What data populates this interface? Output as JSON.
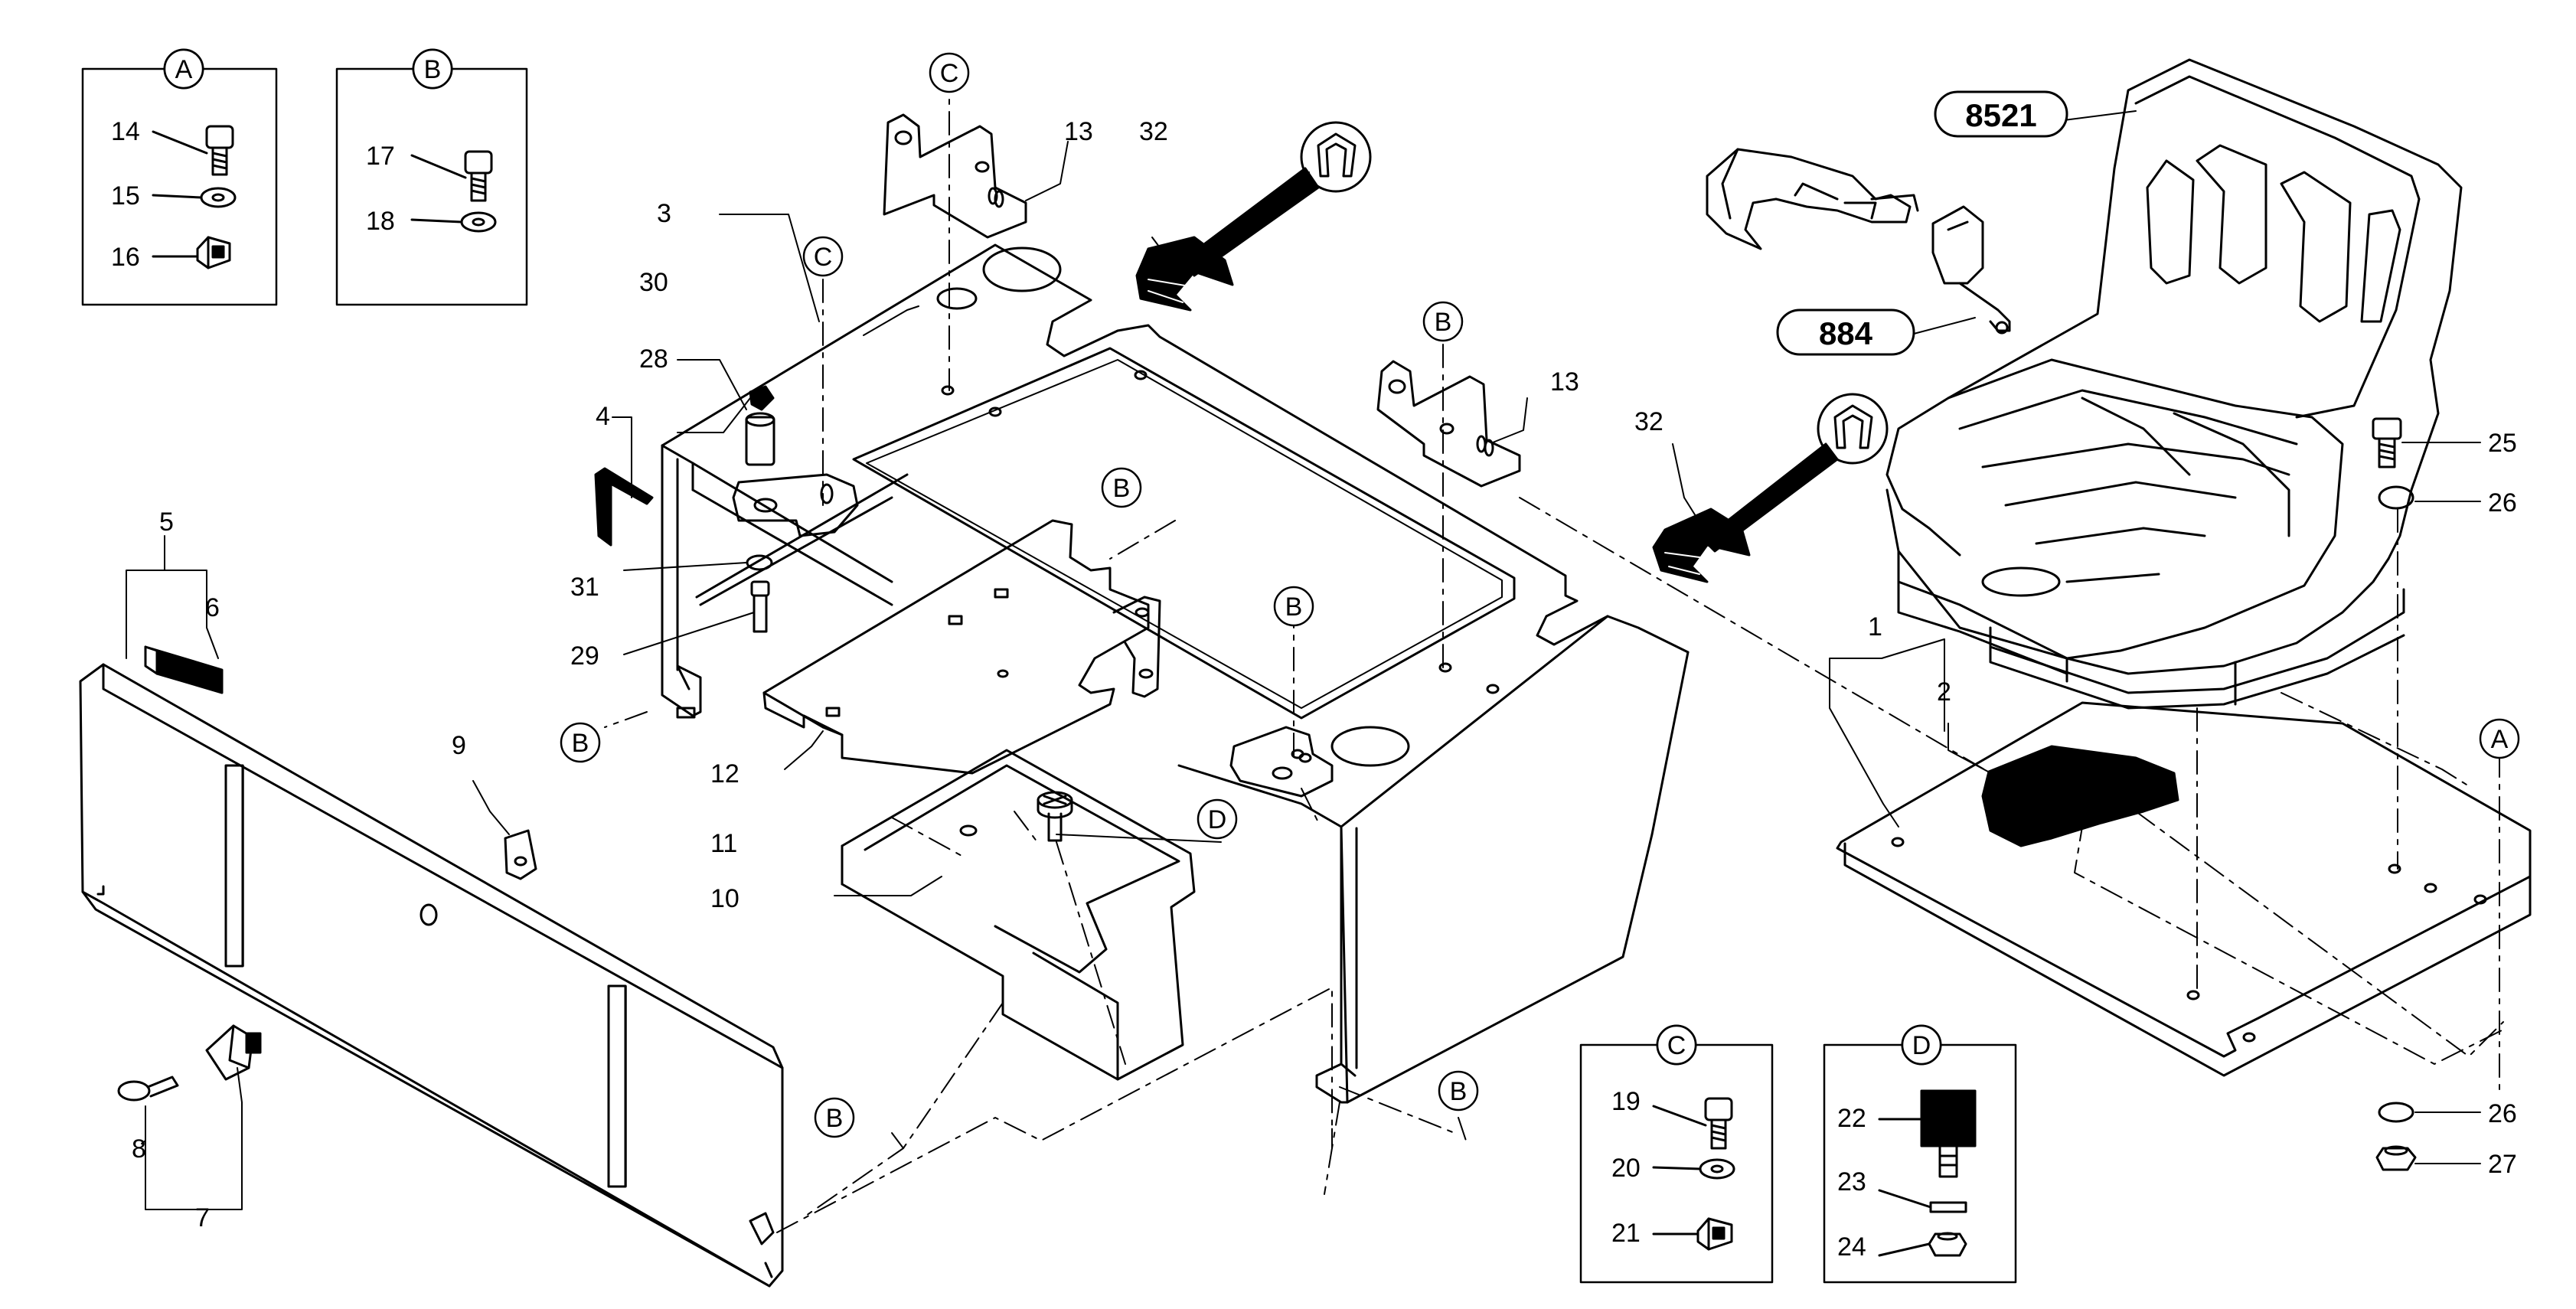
{
  "callouts": {
    "c1": "1",
    "c2": "2",
    "c3": "3",
    "c4": "4",
    "c5": "5",
    "c6": "6",
    "c7": "7",
    "c8": "8",
    "c9": "9",
    "c10": "10",
    "c11": "11",
    "c12": "12",
    "c13a": "13",
    "c13b": "13",
    "c14": "14",
    "c15": "15",
    "c16": "16",
    "c17": "17",
    "c18": "18",
    "c19": "19",
    "c20": "20",
    "c21": "21",
    "c22": "22",
    "c23": "23",
    "c24": "24",
    "c25": "25",
    "c26a": "26",
    "c26b": "26",
    "c27": "27",
    "c28": "28",
    "c29": "29",
    "c30": "30",
    "c31": "31",
    "c32a": "32",
    "c32b": "32"
  },
  "refs": {
    "A": "A",
    "B": "B",
    "C": "C",
    "D": "D"
  },
  "assemblies": {
    "seat": "8521",
    "belt": "884"
  },
  "detail_boxes": {
    "A": {
      "label": "A",
      "parts": [
        "14",
        "15",
        "16"
      ]
    },
    "B": {
      "label": "B",
      "parts": [
        "17",
        "18"
      ]
    },
    "C": {
      "label": "C",
      "parts": [
        "19",
        "20",
        "21"
      ]
    },
    "D": {
      "label": "D",
      "parts": [
        "22",
        "23",
        "24"
      ]
    }
  },
  "style": {
    "ink": "#000000",
    "paper": "#ffffff"
  }
}
